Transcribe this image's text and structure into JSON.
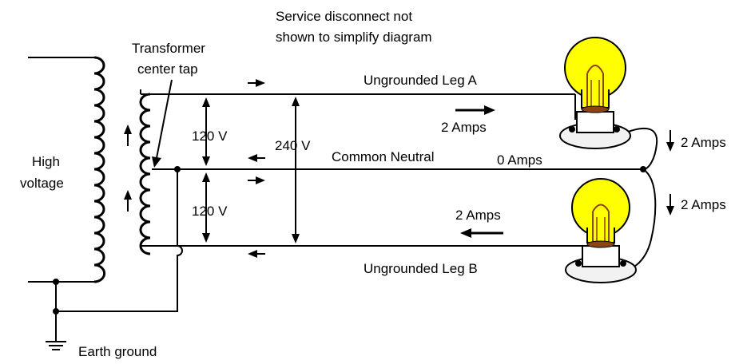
{
  "labels": {
    "service_note_line1": "Service disconnect not",
    "service_note_line2": "shown to  simplify diagram",
    "transformer_line1": "Transformer",
    "transformer_line2": "center tap",
    "high_voltage_line1": "High",
    "high_voltage_line2": "voltage",
    "voltage_upper": "120 V",
    "voltage_lower": "120 V",
    "voltage_total": "240 V",
    "leg_a": "Ungrounded Leg A",
    "leg_b": "Ungrounded Leg B",
    "common_neutral": "Common Neutral",
    "neutral_current": "0 Amps",
    "leg_a_current": "2 Amps",
    "leg_b_current": "2 Amps",
    "right_current_upper": "2 Amps",
    "right_current_lower": "2 Amps",
    "earth_ground": "Earth ground"
  },
  "colors": {
    "wire": "#000000",
    "bulb_glass": "#ffff00",
    "bulb_filament": "#8b4513",
    "bulb_base": "#f2f2f2"
  }
}
